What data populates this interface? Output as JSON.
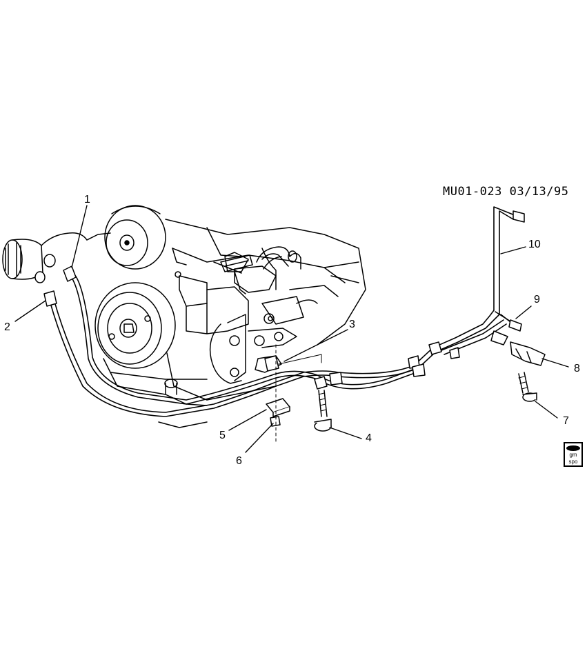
{
  "drawing_code": "MU01-023 03/13/95",
  "callouts": [
    "1",
    "2",
    "3",
    "4",
    "5",
    "6",
    "7",
    "8",
    "9",
    "10"
  ],
  "logo": {
    "line1": "gm",
    "line2": "spo"
  }
}
